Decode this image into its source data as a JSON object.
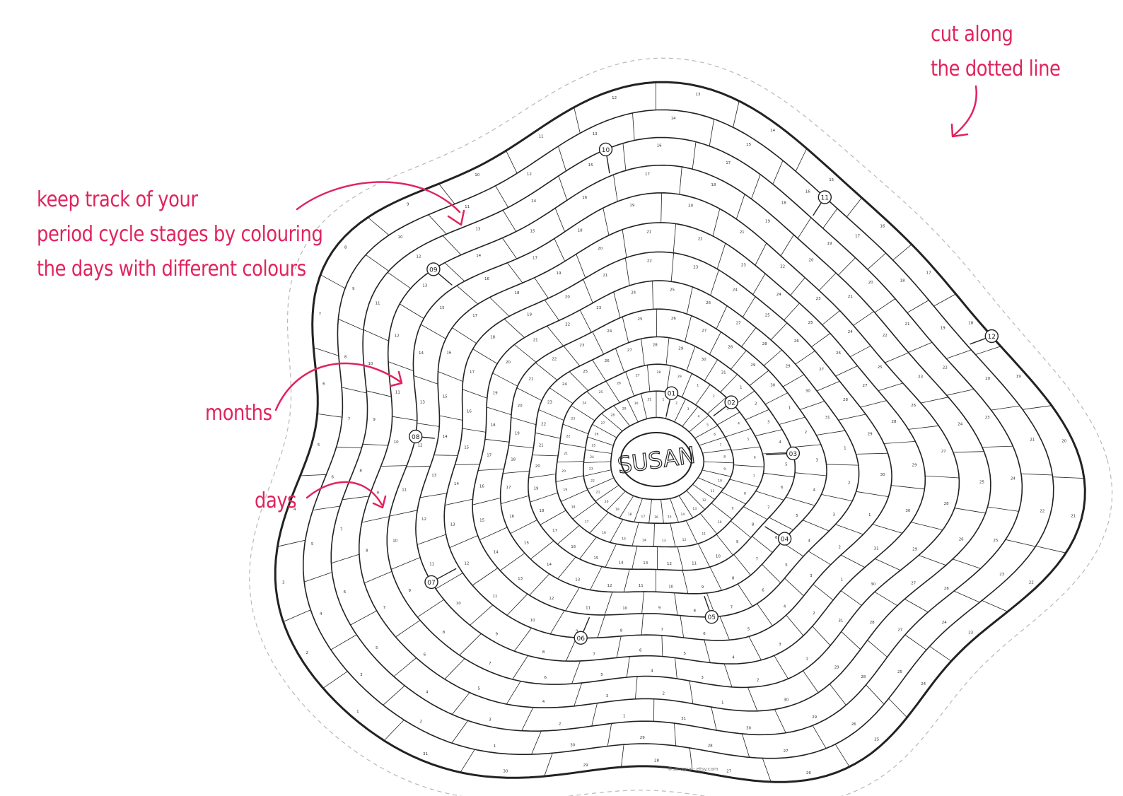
{
  "center_name": "SUSAN",
  "months": [
    "01",
    "02",
    "03",
    "04",
    "05",
    "06",
    "07",
    "08",
    "09",
    "10",
    "11",
    "12"
  ],
  "days_per_month": [
    31,
    29,
    31,
    30,
    31,
    30,
    31,
    31,
    30,
    31,
    30,
    31
  ],
  "annotations": {
    "cut": [
      "cut along",
      "the dotted line"
    ],
    "track": [
      "keep track of your",
      "period cycle stages by colouring",
      "the days with different colours"
    ],
    "months": "months",
    "days": "days"
  },
  "credit": "©serapra - etsy.com",
  "colors": {
    "accent": "#e0245e",
    "line": "#222222",
    "cutline": "#b8b8b8"
  }
}
